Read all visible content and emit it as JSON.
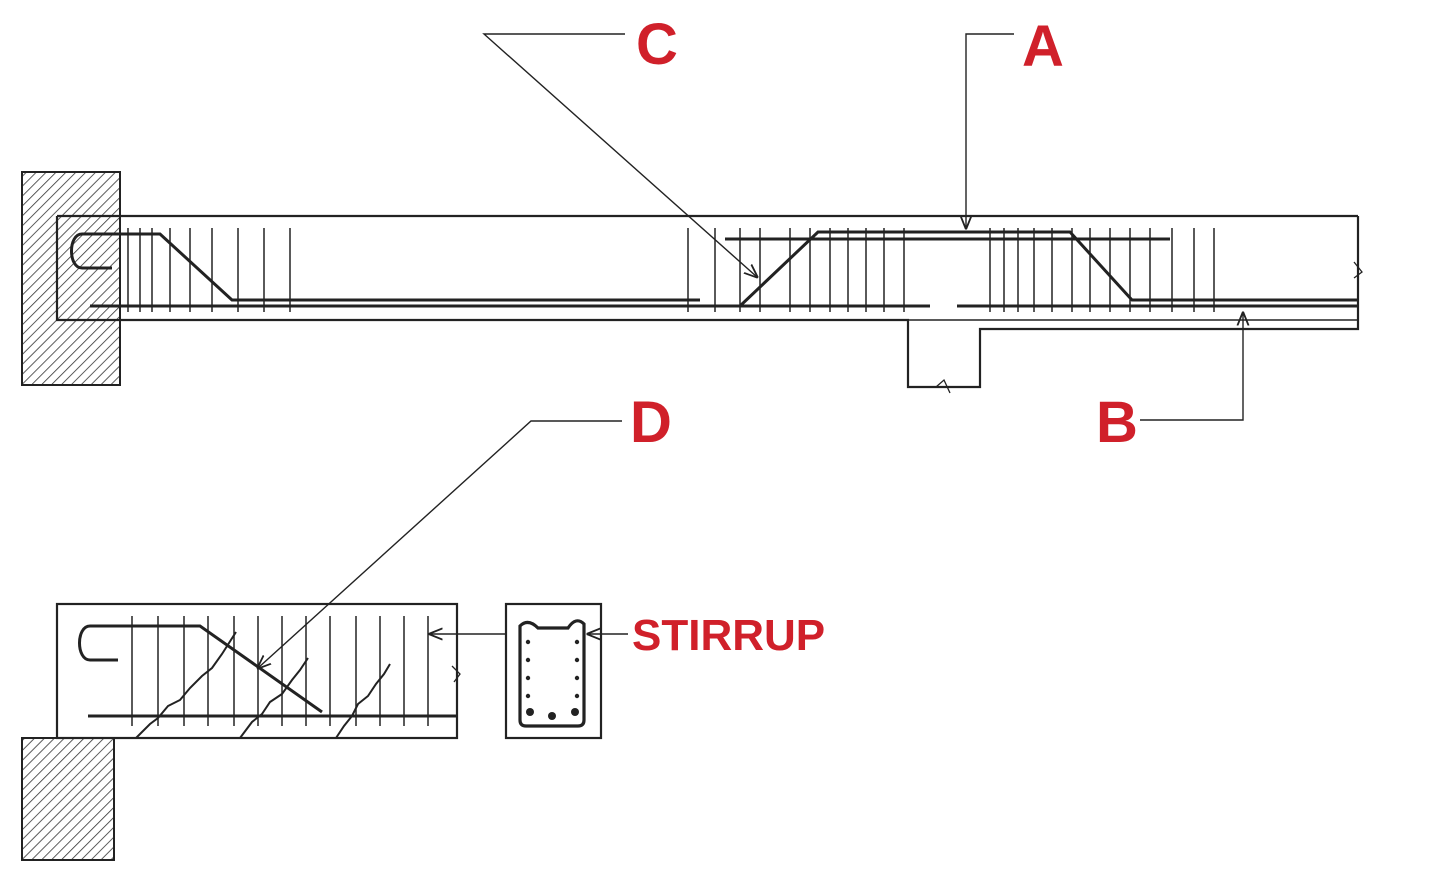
{
  "labels": {
    "a": "A",
    "b": "B",
    "c": "C",
    "d": "D",
    "stirrup": "STIRRUP"
  },
  "colors": {
    "label": "#d0202a",
    "line": "#222222"
  }
}
